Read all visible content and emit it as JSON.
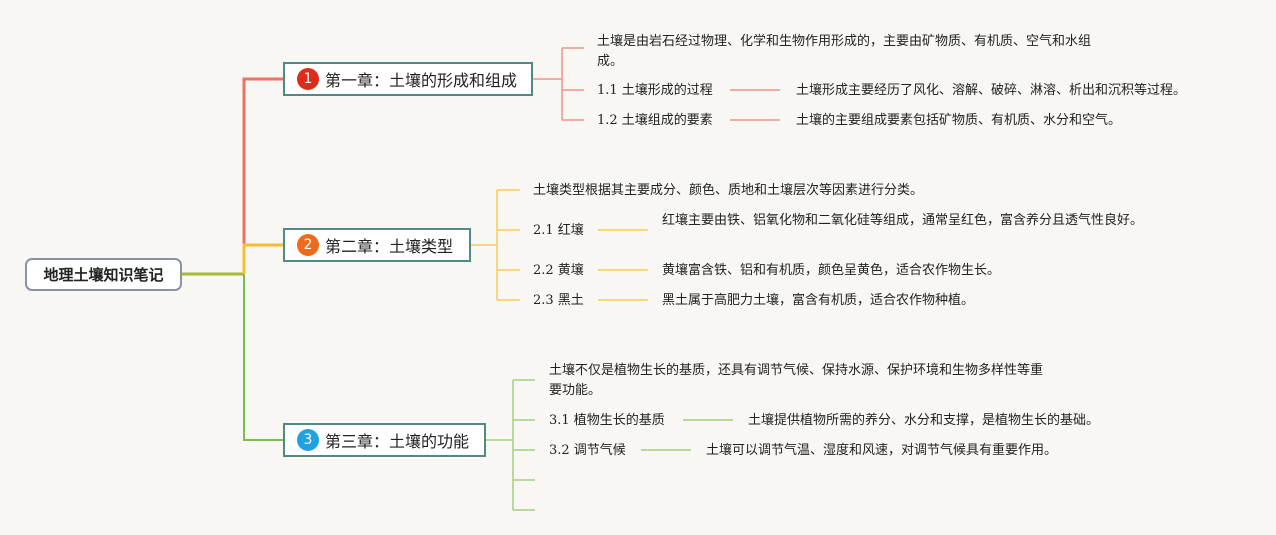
{
  "root": {
    "label": "地理土壤知识笔记"
  },
  "colors": {
    "ch1": "#ee7168",
    "ch2": "#f7be35",
    "ch3": "#7dbf4d",
    "root_link": "#a8b838",
    "badge1": "#e02a1a",
    "badge2": "#ee6a1d",
    "badge3": "#21a1e0"
  },
  "chapters": [
    {
      "number": "1",
      "title": "第一章：土壤的形成和组成",
      "intro": "土壤是由岩石经过物理、化学和生物作用形成的，主要由矿物质、有机质、空气和水组成。",
      "sections": [
        {
          "label": "1.1 土壤形成的过程",
          "detail": "土壤形成主要经历了风化、溶解、破碎、淋溶、析出和沉积等过程。"
        },
        {
          "label": "1.2 土壤组成的要素",
          "detail": "土壤的主要组成要素包括矿物质、有机质、水分和空气。"
        }
      ]
    },
    {
      "number": "2",
      "title": "第二章：土壤类型",
      "intro": "土壤类型根据其主要成分、颜色、质地和土壤层次等因素进行分类。",
      "sections": [
        {
          "label": "2.1 红壤",
          "detail": "红壤主要由铁、铝氧化物和二氧化硅等组成，通常呈红色，富含养分且透气性良好。"
        },
        {
          "label": "2.2 黄壤",
          "detail": "黄壤富含铁、铝和有机质，颜色呈黄色，适合农作物生长。"
        },
        {
          "label": "2.3 黑土",
          "detail": "黑土属于高肥力土壤，富含有机质，适合农作物种植。"
        }
      ]
    },
    {
      "number": "3",
      "title": "第三章：土壤的功能",
      "intro": "土壤不仅是植物生长的基质，还具有调节气候、保持水源、保护环境和生物多样性等重要功能。",
      "sections": [
        {
          "label": "3.1 植物生长的基质",
          "detail": "土壤提供植物所需的养分、水分和支撑，是植物生长的基础。"
        },
        {
          "label": "3.2 调节气候",
          "detail": "土壤可以调节气温、湿度和风速，对调节气候具有重要作用。"
        }
      ]
    }
  ]
}
